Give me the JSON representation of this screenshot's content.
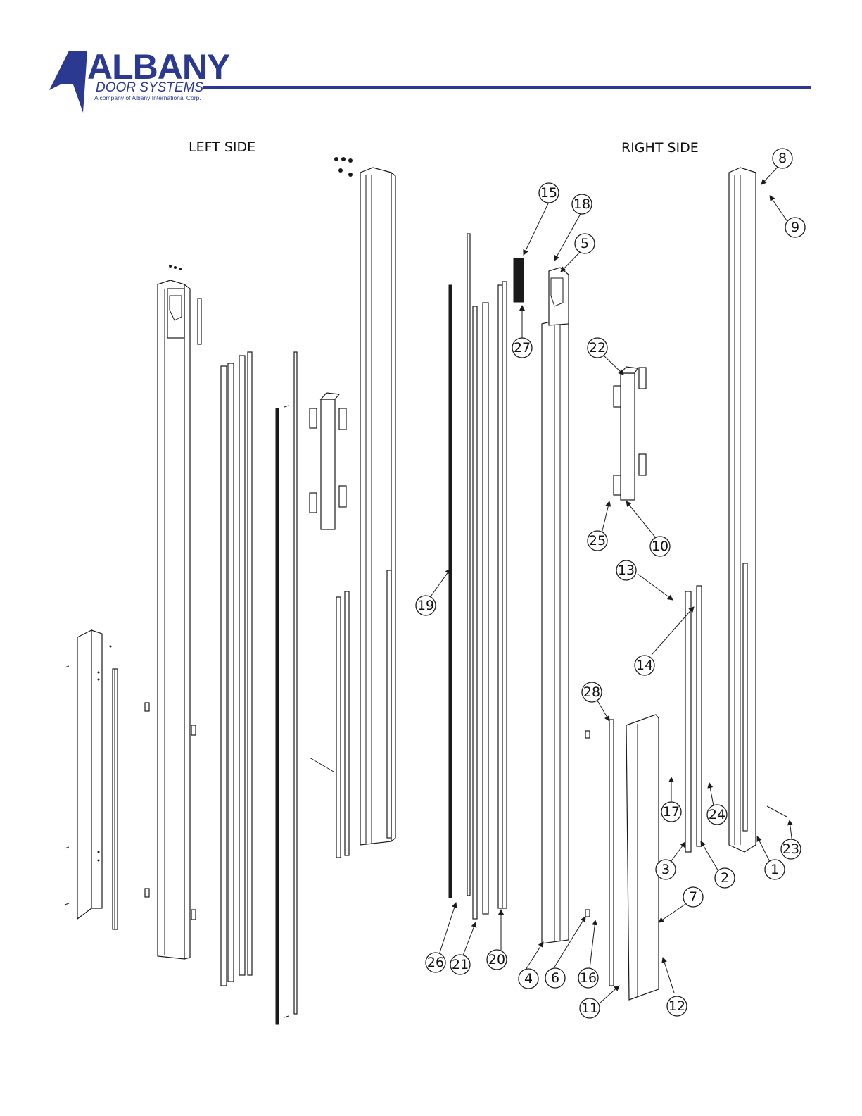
{
  "logo": {
    "name": "ALBANY",
    "subtitle": "DOOR SYSTEMS",
    "tagline": "A company of Albany International Corp."
  },
  "colors": {
    "brand": "#2b3990",
    "ink": "#1a1a1a"
  },
  "views": {
    "left_label": "LEFT SIDE",
    "right_label": "RIGHT SIDE"
  },
  "callouts": [
    "1",
    "2",
    "3",
    "4",
    "5",
    "6",
    "7",
    "8",
    "9",
    "10",
    "11",
    "12",
    "13",
    "14",
    "15",
    "16",
    "17",
    "18",
    "19",
    "20",
    "21",
    "22",
    "23",
    "24",
    "25",
    "26",
    "27",
    "28"
  ]
}
